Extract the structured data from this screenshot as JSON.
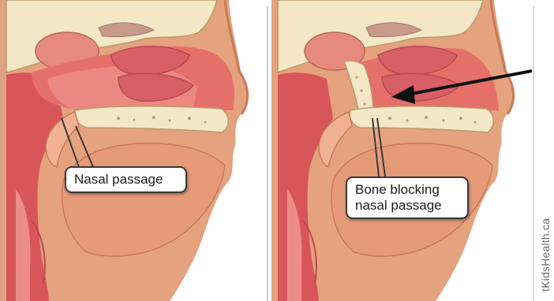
{
  "callouts": {
    "nasal_passage": "Nasal passage",
    "bone_blocking_line1": "Bone blocking",
    "bone_blocking_line2": "nasal passage"
  },
  "watermark": "tKidsHealth.ca",
  "colors": {
    "background": "#ffffff",
    "skin": "#e4a27e",
    "skin_dark": "#c87a58",
    "mucosa": "#d8565a",
    "mucosa_light": "#ec8e87",
    "cavity": "#e5706a",
    "turbinate": "#d95f66",
    "bone": "#f3e7c6",
    "bone_outline": "#b99b6a",
    "arrow": "#111111",
    "callout_border": "#3a3a3a"
  }
}
